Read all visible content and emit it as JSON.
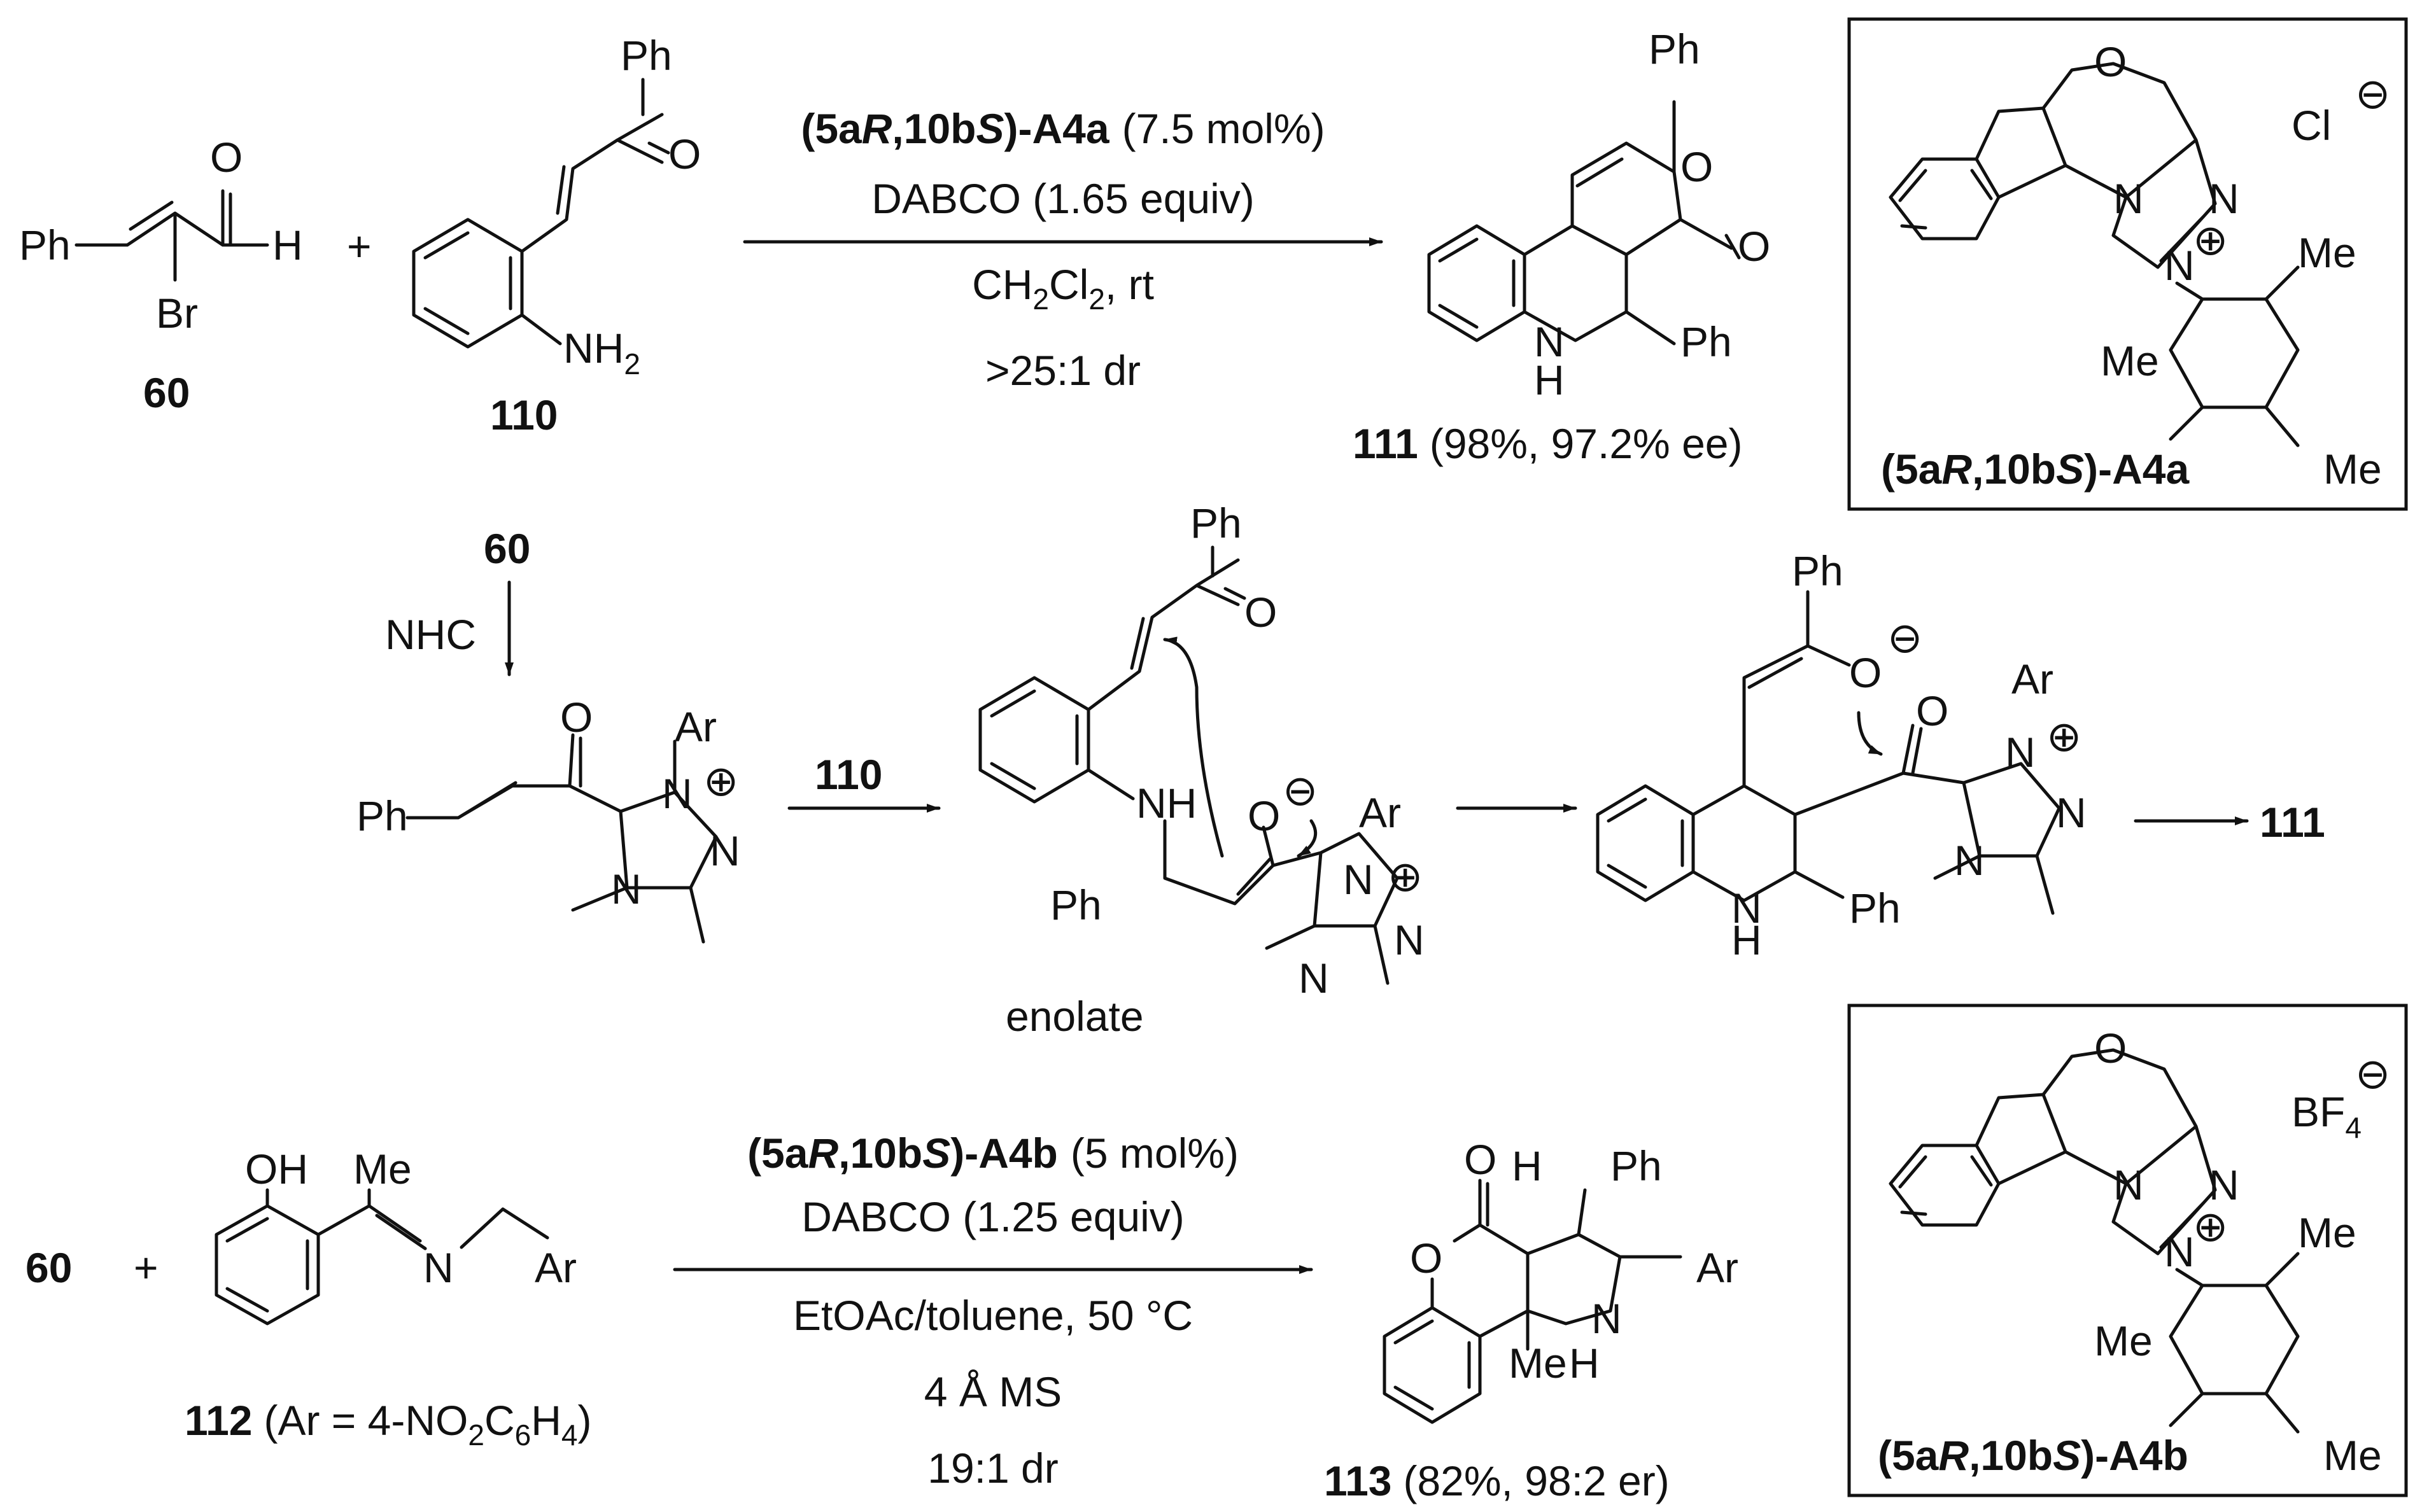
{
  "row1": {
    "reactant1": {
      "ph": "Ph",
      "br": "Br",
      "o": "O",
      "h": "H",
      "number": "60"
    },
    "plus": "+",
    "reactant2": {
      "ph": "Ph",
      "o": "O",
      "nh2_main": "NH",
      "nh2_sub": "2",
      "number": "110"
    },
    "conditions": {
      "catalyst_pre": "(5a",
      "catalyst_r": "R",
      "catalyst_mid": ",10b",
      "catalyst_s": "S",
      "catalyst_post": ")-A4a",
      "catalyst_loading": "(7.5 mol%)",
      "base": "DABCO (1.65 equiv)",
      "solvent_a": "CH",
      "solvent_b": "2",
      "solvent_c": "Cl",
      "solvent_d": "2",
      "solvent_e": ", rt",
      "dr": ">25:1 dr"
    },
    "product": {
      "ph1": "Ph",
      "o1": "O",
      "o2": "O",
      "nh": "N",
      "h": "H",
      "ph2": "Ph",
      "number": "111",
      "result": "(98%, 97.2% ee)"
    }
  },
  "catalyst_a": {
    "anion": "Cl",
    "anion_charge": "⊖",
    "o": "O",
    "n1": "N",
    "n2": "N",
    "n3": "N",
    "cation_charge": "⊕",
    "me1": "Me",
    "me2": "Me",
    "me3": "Me",
    "name_pre": "(5a",
    "name_r": "R",
    "name_mid": ",10b",
    "name_s": "S",
    "name_post": ")-A4a"
  },
  "mechanism": {
    "reagent_number": "60",
    "nhc_label": "NHC",
    "acylazolium": {
      "o": "O",
      "ph": "Ph",
      "ar": "Ar",
      "n1": "N",
      "n2": "N",
      "n3": "N",
      "charge": "⊕"
    },
    "arrow1_label": "110",
    "enolate": {
      "ph1": "Ph",
      "o1": "O",
      "nh": "NH",
      "o2": "O",
      "o2_charge": "⊖",
      "ph2": "Ph",
      "ar": "Ar",
      "n1": "N",
      "n2": "N",
      "n3": "N",
      "charge": "⊕",
      "caption": "enolate"
    },
    "intermediate": {
      "ph1": "Ph",
      "o1": "O",
      "o1_charge": "⊖",
      "o2": "O",
      "ar": "Ar",
      "n1": "N",
      "n2": "N",
      "n3": "N",
      "charge": "⊕",
      "nh": "N",
      "h": "H",
      "ph2": "Ph"
    },
    "final_label": "111"
  },
  "row3": {
    "reactant1_number": "60",
    "plus": "+",
    "reactant2": {
      "oh": "OH",
      "me": "Me",
      "n": "N",
      "ar": "Ar",
      "number": "112",
      "formula_a": "(Ar = 4-NO",
      "formula_b": "2",
      "formula_c": "C",
      "formula_d": "6",
      "formula_e": "H",
      "formula_f": "4",
      "formula_g": ")"
    },
    "conditions": {
      "catalyst_pre": "(5a",
      "catalyst_r": "R",
      "catalyst_mid": ",10b",
      "catalyst_s": "S",
      "catalyst_post": ")-A4b",
      "catalyst_loading": "(5 mol%)",
      "base": "DABCO (1.25 equiv)",
      "solvent": "EtOAc/toluene, 50 °C",
      "additive": "4 Å MS",
      "dr": "19:1 dr"
    },
    "product": {
      "o1": "O",
      "o2": "O",
      "h": "H",
      "ph": "Ph",
      "ar": "Ar",
      "n": "N",
      "nh": "H",
      "me": "Me",
      "number": "113",
      "result": "(82%, 98:2 er)"
    }
  },
  "catalyst_b": {
    "anion": "BF",
    "anion_sub": "4",
    "anion_charge": "⊖",
    "o": "O",
    "n1": "N",
    "n2": "N",
    "n3": "N",
    "cation_charge": "⊕",
    "me1": "Me",
    "me2": "Me",
    "me3": "Me",
    "name_pre": "(5a",
    "name_r": "R",
    "name_mid": ",10b",
    "name_s": "S",
    "name_post": ")-A4b"
  }
}
